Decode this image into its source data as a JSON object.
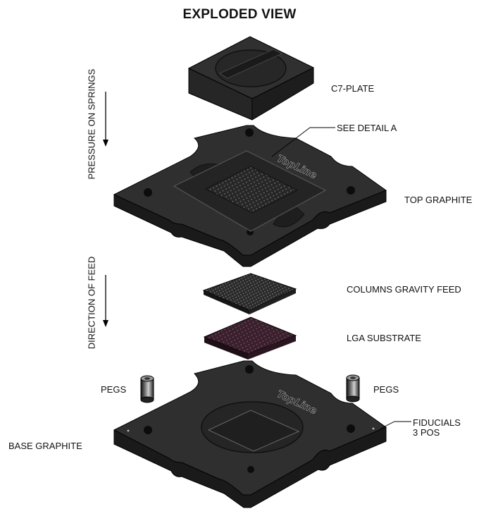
{
  "title": "EXPLODED VIEW",
  "brand": {
    "logo_text": "TopLine"
  },
  "labels": {
    "c7_plate": "C7-PLATE",
    "see_detail": "SEE DETAIL A",
    "top_graphite": "TOP GRAPHITE",
    "columns": "COLUMNS GRAVITY FEED",
    "lga": "LGA SUBSTRATE",
    "pegs_left": "PEGS",
    "pegs_right": "PEGS",
    "fiducials_line1": "FIDUCIALS",
    "fiducials_line2": "3 POS",
    "base_graphite": "BASE GRAPHITE"
  },
  "vertical_labels": {
    "pressure": "PRESSURE ON SPRINGS",
    "feed": "DIRECTION OF FEED"
  },
  "colors": {
    "face": "#2e2e2e",
    "side": "#1b1b1b",
    "edge": "#000000",
    "substrate": "#3a1f2c"
  }
}
